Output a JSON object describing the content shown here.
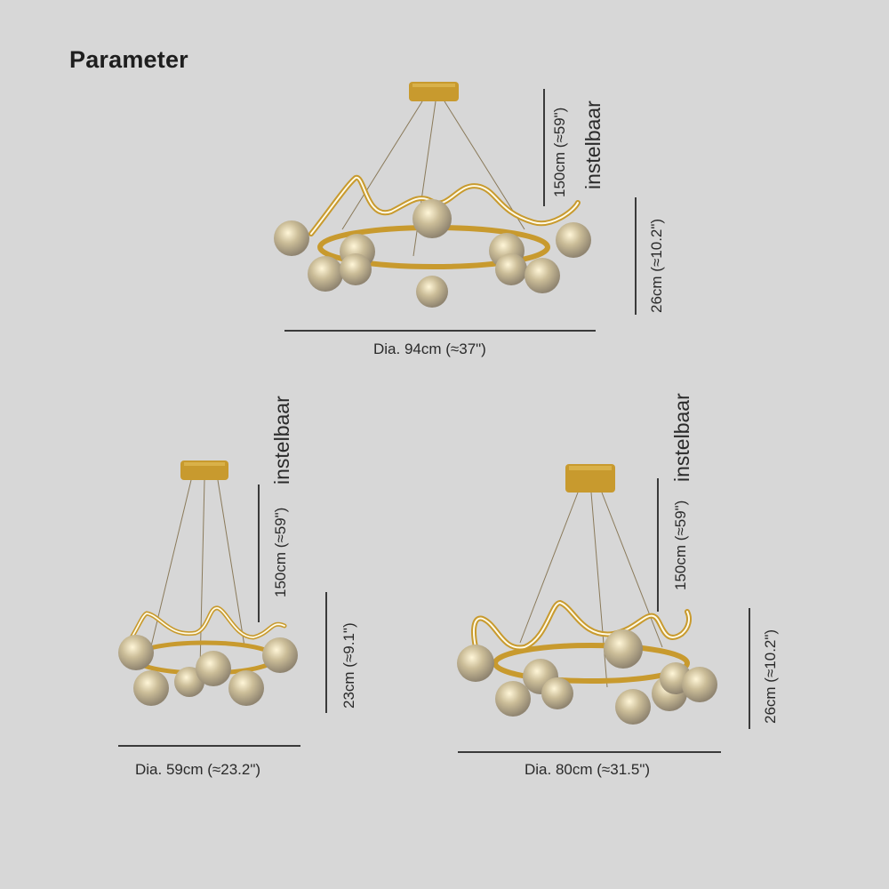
{
  "title": "Parameter",
  "colors": {
    "background": "#d7d7d7",
    "gold": "#c89a2e",
    "globe": "#b9ab8c"
  },
  "lamps": [
    {
      "size": "large",
      "diameter_label": "Dia. 94cm (≈37\")",
      "height_label": "26cm (≈10.2\")",
      "cable_label": "150cm (≈59\")",
      "adjustable_label": "instelbaar"
    },
    {
      "size": "small",
      "diameter_label": "Dia. 59cm (≈23.2\")",
      "height_label": "23cm (≈9.1\")",
      "cable_label": "150cm (≈59\")",
      "adjustable_label": "instelbaar"
    },
    {
      "size": "medium",
      "diameter_label": "Dia. 80cm (≈31.5\")",
      "height_label": "26cm (≈10.2\")",
      "cable_label": "150cm (≈59\")",
      "adjustable_label": "instelbaar"
    }
  ]
}
